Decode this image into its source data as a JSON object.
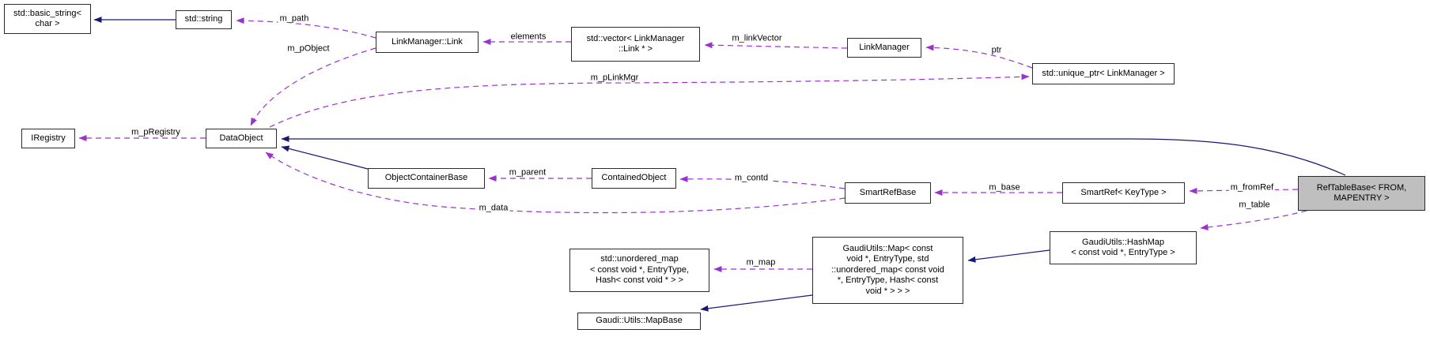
{
  "diagram": {
    "kind": "collaboration-diagram",
    "highlighted_node": "RefTableBase< FROM, MAPENTRY >"
  },
  "colors": {
    "solid_inheritance_edge": "#191970",
    "dashed_usage_edge": "#9a32cd",
    "highlight_fill": "#bfbfbf",
    "node_border": "#2b2b2b"
  },
  "nodes": {
    "basic_string": {
      "label": "std::basic_string<\nchar >"
    },
    "std_string": {
      "label": "std::string"
    },
    "link_manager_link": {
      "label": "LinkManager::Link"
    },
    "std_vector_link": {
      "label": "std::vector< LinkManager\n::Link * >"
    },
    "link_manager": {
      "label": "LinkManager"
    },
    "std_unique_ptr": {
      "label": "std::unique_ptr< LinkManager >"
    },
    "iregistry": {
      "label": "IRegistry"
    },
    "data_object": {
      "label": "DataObject"
    },
    "object_container_base": {
      "label": "ObjectContainerBase"
    },
    "contained_object": {
      "label": "ContainedObject"
    },
    "smart_ref_base": {
      "label": "SmartRefBase"
    },
    "smart_ref": {
      "label": "SmartRef< KeyType >"
    },
    "ref_table_base": {
      "label": "RefTableBase< FROM,\nMAPENTRY >"
    },
    "gaudi_hash_map": {
      "label": "GaudiUtils::HashMap\n< const void *, EntryType >"
    },
    "gaudi_map": {
      "label": "GaudiUtils::Map< const\nvoid *, EntryType, std\n::unordered_map< const void\n*, EntryType, Hash< const\nvoid * > > >"
    },
    "std_unordered_map": {
      "label": "std::unordered_map\n< const void *, EntryType,\nHash< const void * > >"
    },
    "gaudi_map_base": {
      "label": "Gaudi::Utils::MapBase"
    }
  },
  "edge_labels": {
    "m_path": "m_path",
    "m_pObject": "m_pObject",
    "elements": "elements",
    "m_linkVector": "m_linkVector",
    "ptr": "ptr",
    "m_pLinkMgr": "m_pLinkMgr",
    "m_pRegistry": "m_pRegistry",
    "m_parent": "m_parent",
    "m_contd": "m_contd",
    "m_data": "m_data",
    "m_base": "m_base",
    "m_fromRef": "m_fromRef",
    "m_table": "m_table",
    "m_map": "m_map"
  }
}
